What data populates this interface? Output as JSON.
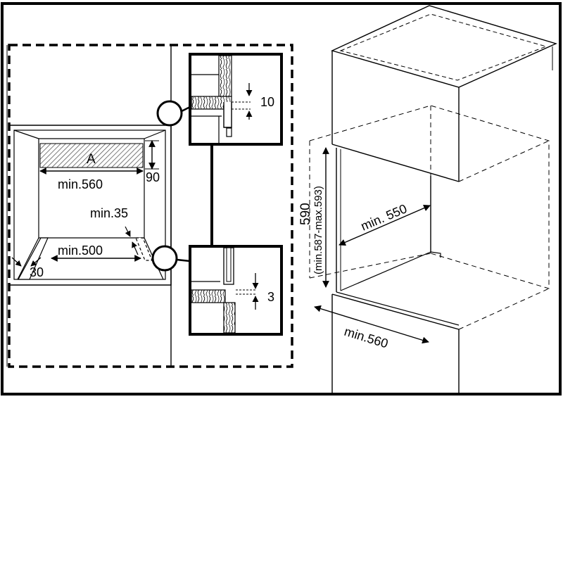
{
  "labels": {
    "area_a": "A",
    "left_width": "min.560",
    "top_height": "90",
    "front_gap": "min.35",
    "bottom_width": "min.500",
    "corner_offset": "30",
    "detail_top_gap": "10",
    "detail_bottom_gap": "3",
    "niche_height": "590",
    "niche_height_range": "(min.587-max.593)",
    "niche_depth": "min. 550",
    "niche_width": "min.560"
  },
  "colors": {
    "line": "#000000",
    "background": "#ffffff",
    "hatch": "#d6d6d6"
  }
}
